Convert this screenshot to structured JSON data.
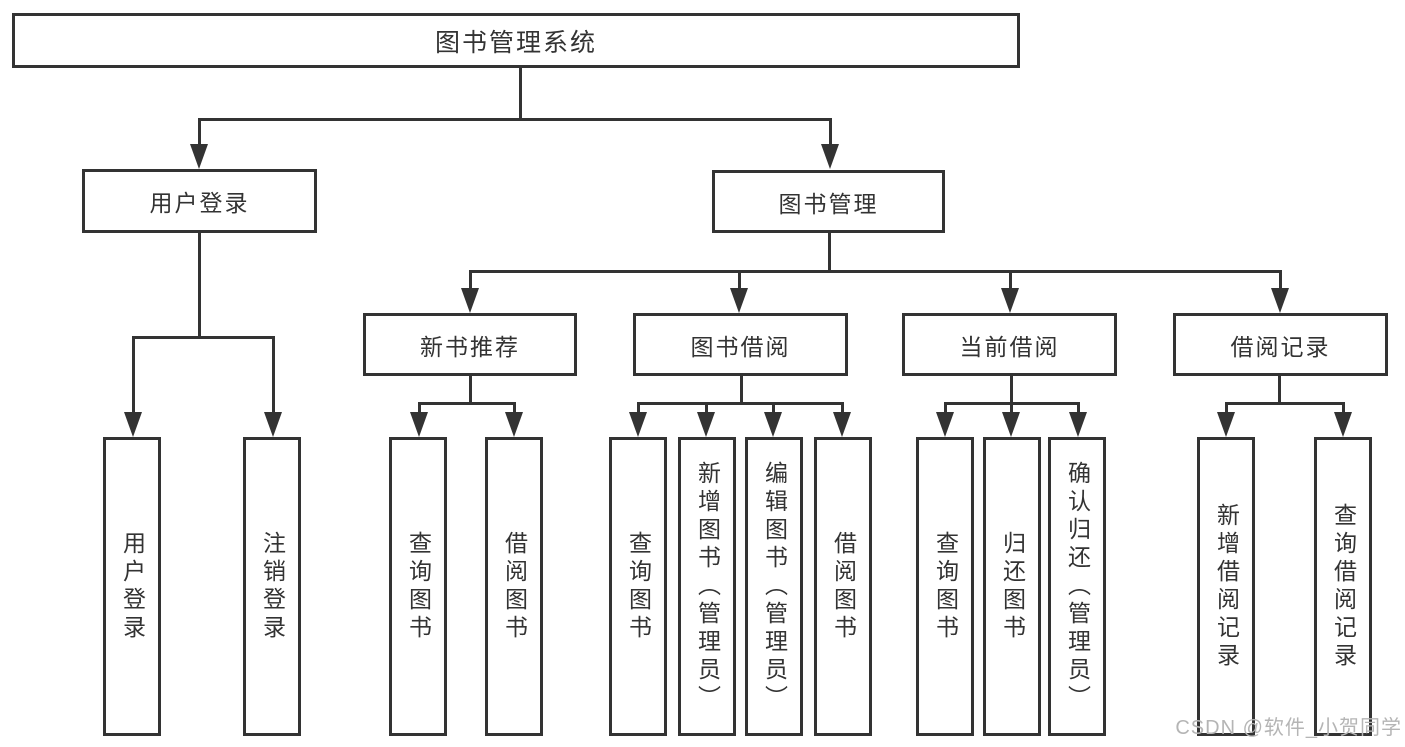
{
  "diagram": {
    "root": {
      "label": "图书管理系统"
    },
    "level2": [
      {
        "label": "用户登录"
      },
      {
        "label": "图书管理"
      }
    ],
    "level3": [
      {
        "label": "新书推荐"
      },
      {
        "label": "图书借阅"
      },
      {
        "label": "当前借阅"
      },
      {
        "label": "借阅记录"
      }
    ],
    "leaves": {
      "user_login": [
        {
          "label": "用户登录"
        },
        {
          "label": "注销登录"
        }
      ],
      "new_books": [
        {
          "label": "查询图书"
        },
        {
          "label": "借阅图书"
        }
      ],
      "book_borrow": [
        {
          "label": "查询图书"
        },
        {
          "label": "新增图书（管理员）"
        },
        {
          "label": "编辑图书（管理员）"
        },
        {
          "label": "借阅图书"
        }
      ],
      "current_borrow": [
        {
          "label": "查询图书"
        },
        {
          "label": "归还图书"
        },
        {
          "label": "确认归还（管理员）"
        }
      ],
      "borrow_records": [
        {
          "label": "新增借阅记录"
        },
        {
          "label": "查询借阅记录"
        }
      ]
    },
    "watermark": {
      "text": "CSDN @软件_小贺同学"
    },
    "colors": {
      "line": "#333333",
      "text": "#333333",
      "background": "#ffffff",
      "watermark": "#b5b5b5"
    }
  }
}
